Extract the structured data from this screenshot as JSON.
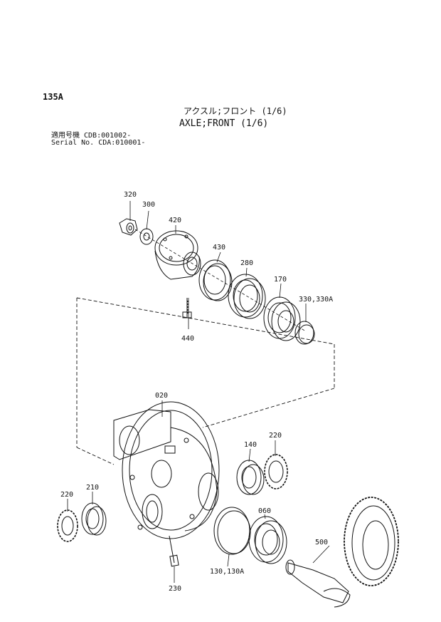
{
  "header": {
    "page_number": "135A",
    "title_jp": "アクスル;フロント (1/6)",
    "title_en": "AXLE;FRONT (1/6)",
    "serial_line1": "適用号機 CDB:001002-",
    "serial_line2": "Serial No. CDA:010001-"
  },
  "parts": [
    {
      "label": "320"
    },
    {
      "label": "300"
    },
    {
      "label": "420"
    },
    {
      "label": "430"
    },
    {
      "label": "280"
    },
    {
      "label": "170"
    },
    {
      "label": "330,330A"
    },
    {
      "label": "440"
    },
    {
      "label": "020"
    },
    {
      "label": "140"
    },
    {
      "label": "220"
    },
    {
      "label": "210"
    },
    {
      "label": "220"
    },
    {
      "label": "060"
    },
    {
      "label": "500"
    },
    {
      "label": "130,130A"
    },
    {
      "label": "230"
    }
  ]
}
